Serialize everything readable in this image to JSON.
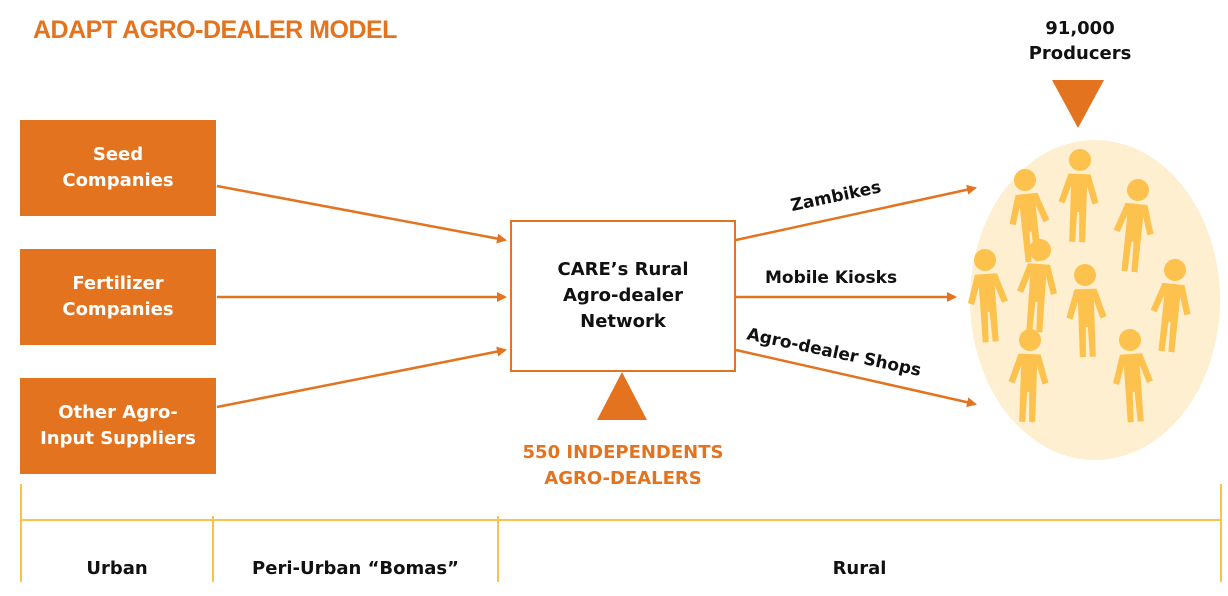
{
  "title": "ADAPT AGRO-DEALER MODEL",
  "suppliers": [
    {
      "line1": "Seed",
      "line2": "Companies"
    },
    {
      "line1": "Fertilizer",
      "line2": "Companies"
    },
    {
      "line1": "Other Agro-",
      "line2": "Input Suppliers"
    }
  ],
  "hub": {
    "line1": "CARE’s Rural",
    "line2": "Agro-dealer",
    "line3": "Network"
  },
  "independents": {
    "line1": "550 INDEPENDENTS",
    "line2": "AGRO-DEALERS"
  },
  "producers": {
    "line1": "91,000",
    "line2": "Producers"
  },
  "channels": {
    "zambikes": "Zambikes",
    "mobile_kiosks": "Mobile Kiosks",
    "shops": "Agro-dealer Shops"
  },
  "zones": {
    "urban": "Urban",
    "peri_urban": "Peri-Urban “Bomas”",
    "rural": "Rural"
  },
  "colors": {
    "accent": "#e3731e",
    "people": "#fcc24d",
    "circle": "#fdefcf"
  }
}
